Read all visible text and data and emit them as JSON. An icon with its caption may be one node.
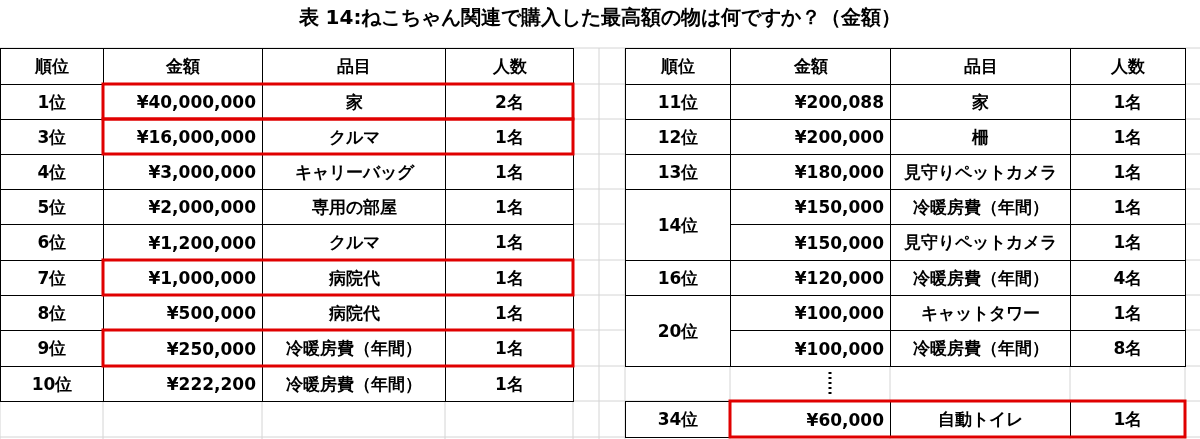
{
  "diagram": {
    "title": "表 14:ねこちゃん関連で購入した最高額の物は何ですか？（金額）",
    "labels": [
      "順位",
      "金額",
      "品目",
      "人数",
      "1位",
      "¥40,000,000",
      "家",
      "2名",
      "3位",
      "¥16,000,000",
      "クルマ",
      "1名",
      "4位",
      "¥3,000,000",
      "キャリーバッグ",
      "1名",
      "5位",
      "¥2,000,000",
      "専用の部屋",
      "1名",
      "6位",
      "¥1,200,000",
      "クルマ",
      "1名",
      "7位",
      "¥1,000,000",
      "病院代",
      "1名",
      "8位",
      "¥500,000",
      "病院代",
      "1名",
      "9位",
      "¥250,000",
      "冷暖房費（年間）",
      "1名",
      "10位",
      "¥222,200",
      "冷暖房費（年間）",
      "1名",
      "順位",
      "金額",
      "品目",
      "人数",
      "11位",
      "¥200,088",
      "家",
      "1名",
      "12位",
      "¥200,000",
      "柵",
      "1名",
      "13位",
      "¥180,000",
      "見守りペットカメラ",
      "1名",
      "14位",
      "¥150,000",
      "冷暖房費（年間）",
      "1名",
      "¥150,000",
      "見守りペットカメラ",
      "1名",
      "16位",
      "¥120,000",
      "冷暖房費（年間）",
      "4名",
      "20位",
      "¥100,000",
      "キャットタワー",
      "1名",
      "¥100,000",
      "冷暖房費（年間）",
      "8名",
      "34位",
      "¥60,000",
      "自動トイレ",
      "1名"
    ]
  }
}
